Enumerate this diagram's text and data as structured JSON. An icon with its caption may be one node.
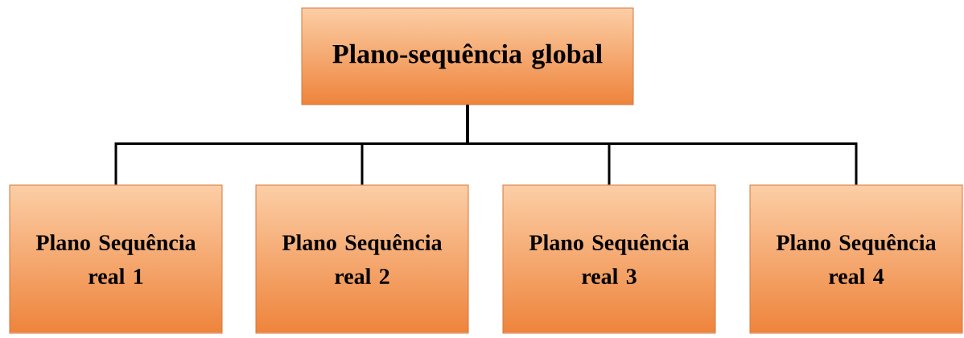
{
  "diagram": {
    "nodes": [
      {
        "text": [
          "Plano-sequência global"
        ]
      },
      {
        "text": [
          "Plano Sequência real 1"
        ]
      },
      {
        "text": [
          "Plano Sequência real 2"
        ]
      },
      {
        "text": [
          "Plano Sequência real 3"
        ]
      },
      {
        "text": [
          "Plano Sequência real 4"
        ]
      }
    ],
    "edges": [
      {
        "from": 0,
        "to": 1,
        "arrow": "none"
      },
      {
        "from": 0,
        "to": 2,
        "arrow": "none"
      },
      {
        "from": 0,
        "to": 3,
        "arrow": "none"
      },
      {
        "from": 0,
        "to": 4,
        "arrow": "none"
      }
    ]
  }
}
